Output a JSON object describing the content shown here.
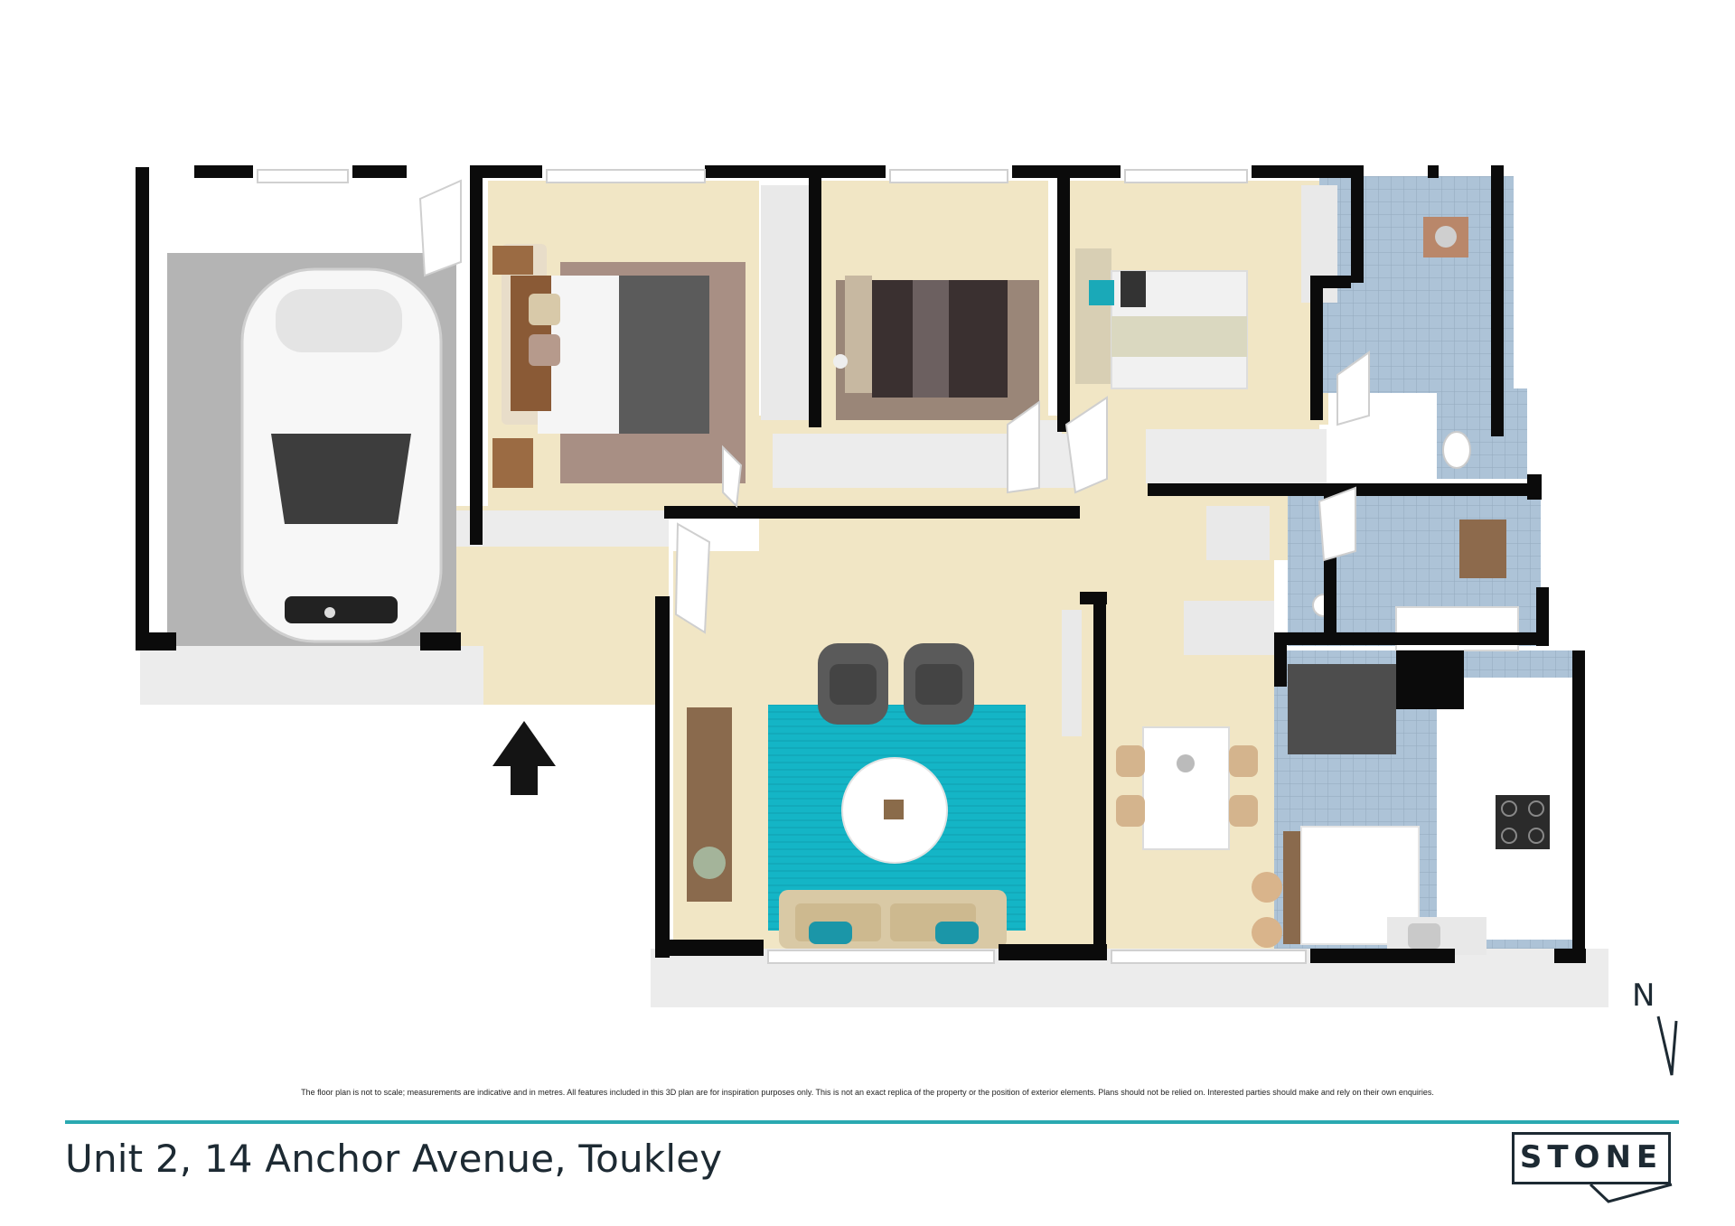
{
  "plan": {
    "address": "Unit 2, 14 Anchor Avenue, Toukley",
    "disclaimer": "The floor plan is not to scale; measurements are indicative and in metres. All features included in this 3D plan are for inspiration purposes only. This is not an exact replica of the property or the position of exterior elements. Plans should not be relied on. Interested parties should make and rely on their own enquiries.",
    "brand": "STONE",
    "north_label": "N",
    "colors": {
      "wall": "#0b0b0b",
      "carpet": "#f1e6c5",
      "garage_floor": "#b9b9b9",
      "tile": "#a9bfd3",
      "rug_teal": "#13b3c4",
      "rug_brown": "#9c8578",
      "accent": "#2aa9b1",
      "brand": "#1d2a33"
    },
    "icons": [
      "entry-arrow-icon",
      "north-arrow-icon",
      "car-icon",
      "bed-icon",
      "sofa-icon",
      "armchair-icon",
      "dining-table-icon",
      "stove-icon",
      "sink-icon",
      "fridge-icon",
      "bathtub-icon",
      "toilet-icon",
      "vanity-icon",
      "window-icon",
      "door-icon"
    ]
  }
}
